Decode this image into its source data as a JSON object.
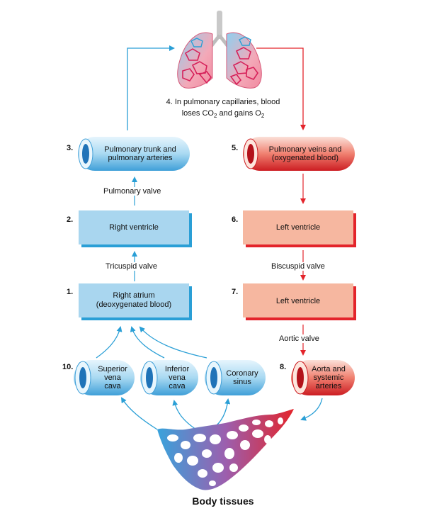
{
  "steps": {
    "s1": {
      "num": "1.",
      "line1": "Right atrium",
      "line2": "(deoxygenated blood)"
    },
    "s2": {
      "num": "2.",
      "label": "Right ventricle"
    },
    "s3": {
      "num": "3.",
      "line1": "Pulmonary trunk and",
      "line2": "pulmonary arteries"
    },
    "s4": {
      "line1": "4. In pulmonary capillaries, blood",
      "line2_a": "loses CO",
      "line2_sub1": "2",
      "line2_b": " and gains O",
      "line2_sub2": "2"
    },
    "s5": {
      "num": "5.",
      "line1": "Pulmonary veins and",
      "line2": "(oxygenated blood)"
    },
    "s6": {
      "num": "6.",
      "label": "Left ventricle"
    },
    "s7": {
      "num": "7.",
      "label": "Left ventricle"
    },
    "s8": {
      "num": "8.",
      "line1": "Aorta and",
      "line2": "systemic",
      "line3": "arteries"
    },
    "s10": {
      "num": "10.",
      "superior": {
        "line1": "Superior",
        "line2": "vena",
        "line3": "cava"
      },
      "inferior": {
        "line1": "Inferior",
        "line2": "vena",
        "line3": "cava"
      },
      "coronary": {
        "line1": "Coronary",
        "line2": "sinus"
      }
    }
  },
  "valves": {
    "pulmonary": "Pulmonary valve",
    "tricuspid": "Tricuspid valve",
    "bicuspid": "Biscuspid valve",
    "aortic": "Aortic valve"
  },
  "body_tissues": "Body tissues",
  "colors": {
    "blue": "#2a9fd6",
    "light_blue": "#a9d6ef",
    "red": "#e3242b",
    "salmon": "#f6b7a0"
  }
}
